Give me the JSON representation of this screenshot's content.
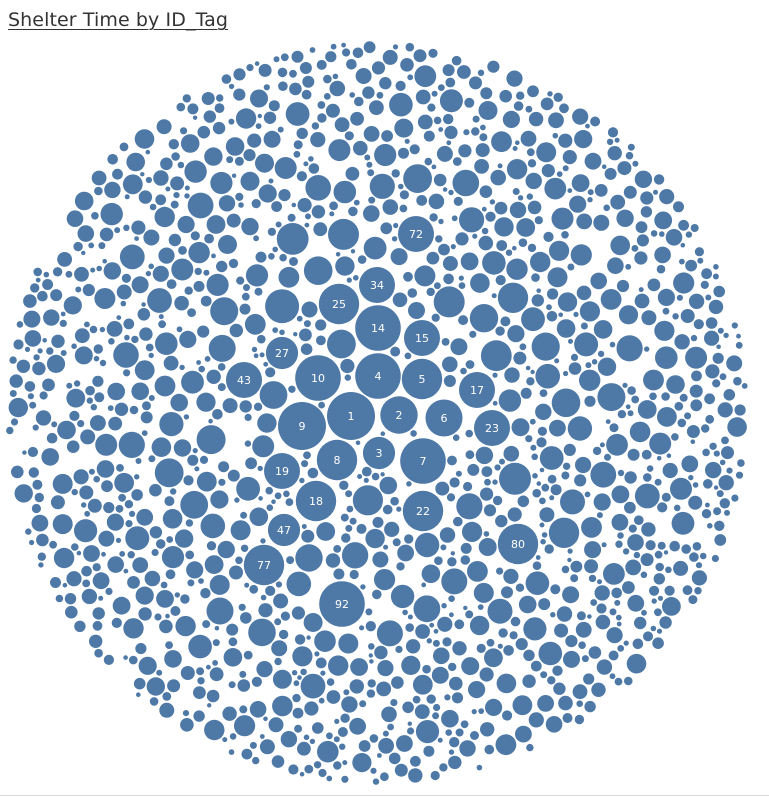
{
  "chart_data": {
    "type": "packed-bubble",
    "title": "Shelter Time by ID_Tag",
    "color": "#4e79a7",
    "label_color": "#ffffff",
    "labeled_bubbles": [
      {
        "label": "1",
        "value": 100
      },
      {
        "label": "2",
        "value": 78
      },
      {
        "label": "6",
        "value": 77
      },
      {
        "label": "3",
        "value": 67
      },
      {
        "label": "7",
        "value": 95
      },
      {
        "label": "8",
        "value": 84
      },
      {
        "label": "9",
        "value": 100
      },
      {
        "label": "10",
        "value": 95
      },
      {
        "label": "4",
        "value": 95
      },
      {
        "label": "5",
        "value": 84
      },
      {
        "label": "14",
        "value": 95
      },
      {
        "label": "15",
        "value": 75
      },
      {
        "label": "34",
        "value": 75
      },
      {
        "label": "25",
        "value": 84
      },
      {
        "label": "27",
        "value": 67
      },
      {
        "label": "43",
        "value": 75
      },
      {
        "label": "17",
        "value": 75
      },
      {
        "label": "23",
        "value": 75
      },
      {
        "label": "19",
        "value": 75
      },
      {
        "label": "18",
        "value": 84
      },
      {
        "label": "22",
        "value": 84
      },
      {
        "label": "47",
        "value": 67
      },
      {
        "label": "77",
        "value": 84
      },
      {
        "label": "92",
        "value": 95
      },
      {
        "label": "80",
        "value": 84
      },
      {
        "label": "72",
        "value": 75
      }
    ],
    "unlabeled_bubble_count": 1400
  }
}
